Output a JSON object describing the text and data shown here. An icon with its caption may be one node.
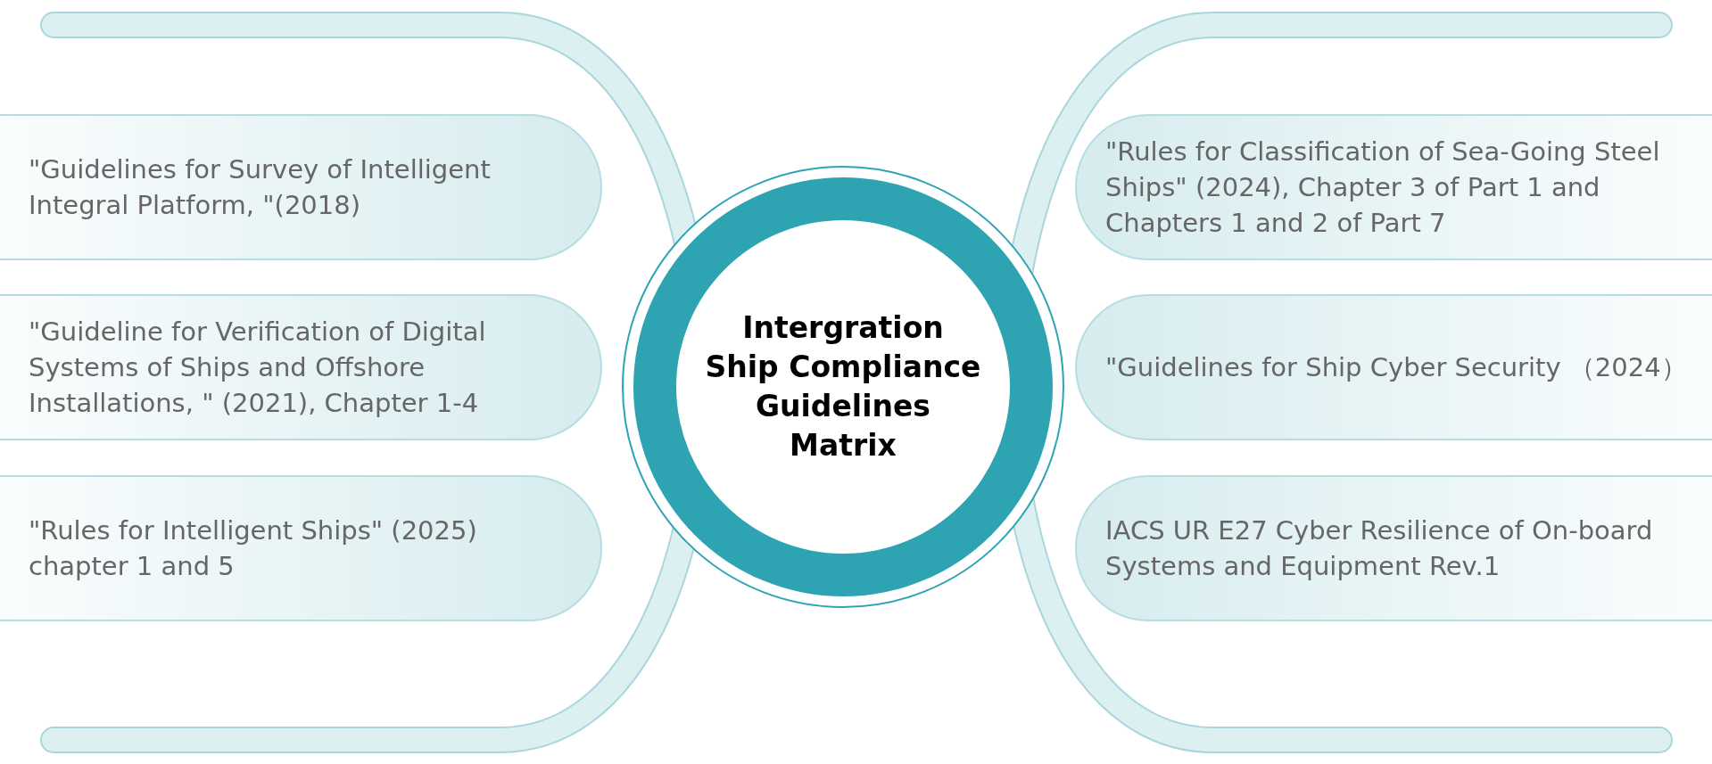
{
  "diagram": {
    "nodes": [
      {
        "text": [
          "Intergration Ship Compliance Guidelines Matrix"
        ]
      },
      {
        "text": [
          "\"Guidelines for Survey of Intelligent Integral Platform, \"(2018)"
        ]
      },
      {
        "text": [
          "\"Guideline for Verification of Digital Systems of Ships and Offshore Installations, \" (2021), Chapter 1-4"
        ]
      },
      {
        "text": [
          "\"Rules for Intelligent Ships\" (2025) chapter 1 and 5"
        ]
      },
      {
        "text": [
          "\"Rules for Classification of Sea-Going Steel Ships\" (2024), Chapter 3 of Part 1 and Chapters 1 and 2 of Part 7"
        ]
      },
      {
        "text": [
          "\"Guidelines for Ship Cyber Security （2024）"
        ]
      },
      {
        "text": [
          "IACS UR E27 Cyber Resilience of On-board Systems and Equipment Rev.1"
        ]
      }
    ]
  }
}
